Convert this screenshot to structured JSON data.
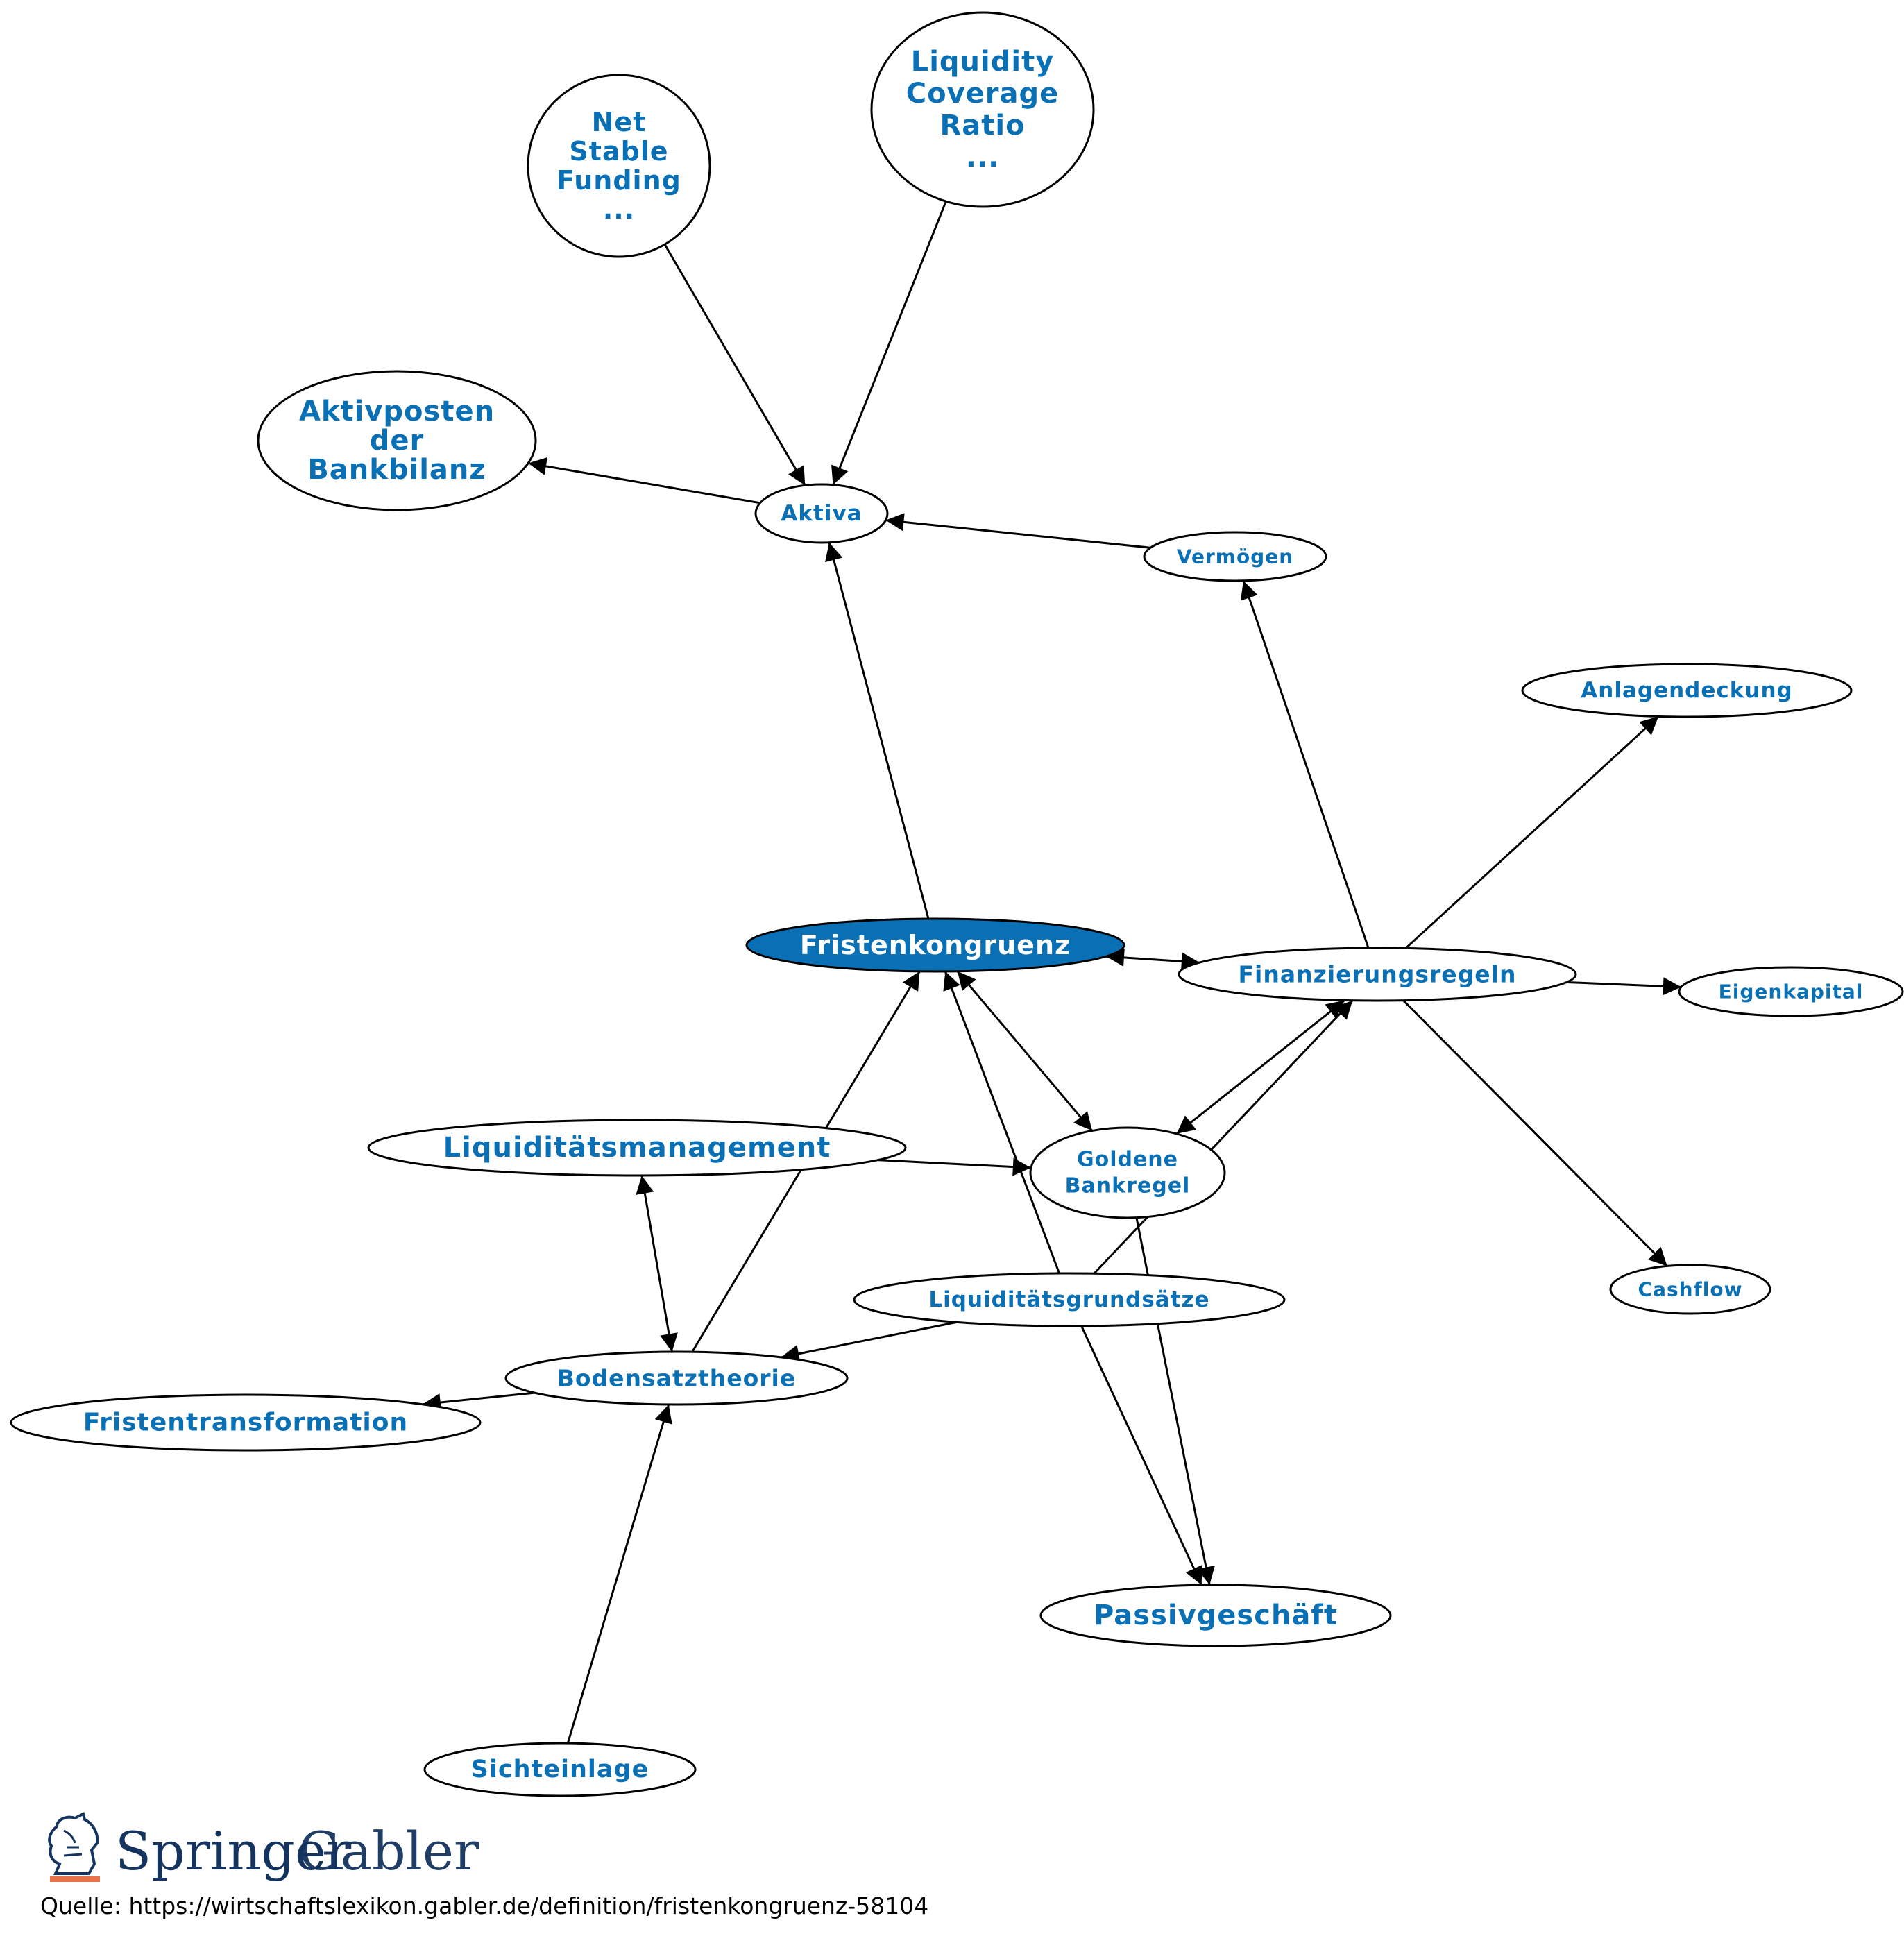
{
  "diagram": {
    "nodes": [
      {
        "id": "lcr",
        "lines": [
          "Liquidity",
          "Coverage",
          "Ratio",
          "..."
        ],
        "href": true
      },
      {
        "id": "nsf",
        "lines": [
          "Net",
          "Stable",
          "Funding",
          "..."
        ],
        "href": true
      },
      {
        "id": "aktivposten",
        "lines": [
          "Aktivposten",
          "der",
          "Bankbilanz"
        ],
        "href": true
      },
      {
        "id": "aktiva",
        "lines": [
          "Aktiva"
        ],
        "href": true
      },
      {
        "id": "vermoegen",
        "lines": [
          "Vermögen"
        ],
        "href": true
      },
      {
        "id": "anlagendeckung",
        "lines": [
          "Anlagendeckung"
        ],
        "href": true
      },
      {
        "id": "fristenkongruenz",
        "lines": [
          "Fristenkongruenz"
        ],
        "selected": true
      },
      {
        "id": "finanzierungsregeln",
        "lines": [
          "Finanzierungsregeln"
        ],
        "href": true
      },
      {
        "id": "eigenkapital",
        "lines": [
          "Eigenkapital"
        ],
        "href": true
      },
      {
        "id": "liquiditaetsmanagement",
        "lines": [
          "Liquiditätsmanagement"
        ],
        "href": true
      },
      {
        "id": "goldene",
        "lines": [
          "Goldene",
          "Bankregel"
        ],
        "href": true
      },
      {
        "id": "liquiditaetsgrundsaetze",
        "lines": [
          "Liquiditätsgrundsätze"
        ],
        "href": true
      },
      {
        "id": "cashflow",
        "lines": [
          "Cashflow"
        ],
        "href": true
      },
      {
        "id": "bodensatztheorie",
        "lines": [
          "Bodensatztheorie"
        ],
        "href": true
      },
      {
        "id": "fristentransformation",
        "lines": [
          "Fristentransformation"
        ],
        "href": true
      },
      {
        "id": "passivgeschaeft",
        "lines": [
          "Passivgeschäft"
        ],
        "href": true
      },
      {
        "id": "sichteinlage",
        "lines": [
          "Sichteinlage"
        ],
        "href": true
      }
    ],
    "edges": [
      {
        "from": "nsf",
        "to": "aktiva"
      },
      {
        "from": "lcr",
        "to": "aktiva"
      },
      {
        "from": "aktiva",
        "to": "aktivposten"
      },
      {
        "from": "vermoegen",
        "to": "aktiva"
      },
      {
        "from": "fristenkongruenz",
        "to": "aktiva"
      },
      {
        "from": "finanzierungsregeln",
        "to": "vermoegen"
      },
      {
        "from": "finanzierungsregeln",
        "to": "anlagendeckung"
      },
      {
        "from": "fristenkongruenz",
        "to": "finanzierungsregeln",
        "both": true
      },
      {
        "from": "finanzierungsregeln",
        "to": "eigenkapital"
      },
      {
        "from": "finanzierungsregeln",
        "to": "cashflow"
      },
      {
        "from": "fristenkongruenz",
        "to": "goldene",
        "both": true
      },
      {
        "from": "goldene",
        "to": "finanzierungsregeln",
        "both": true
      },
      {
        "from": "liquiditaetsmanagement",
        "to": "goldene"
      },
      {
        "from": "liquiditaetsmanagement",
        "to": "bodensatztheorie",
        "both": true
      },
      {
        "from": "bodensatztheorie",
        "to": "fristenkongruenz"
      },
      {
        "from": "liquiditaetsgrundsaetze",
        "to": "fristenkongruenz"
      },
      {
        "from": "liquiditaetsgrundsaetze",
        "to": "finanzierungsregeln"
      },
      {
        "from": "liquiditaetsgrundsaetze",
        "to": "bodensatztheorie"
      },
      {
        "from": "liquiditaetsgrundsaetze",
        "to": "passivgeschaeft"
      },
      {
        "from": "goldene",
        "to": "passivgeschaeft"
      },
      {
        "from": "bodensatztheorie",
        "to": "fristentransformation"
      },
      {
        "from": "sichteinlage",
        "to": "bodensatztheorie"
      }
    ]
  },
  "colors": {
    "link_text": "#0a70b5",
    "selected_fill": "#0a70b5",
    "selected_text": "#ffffff",
    "edge": "#000000",
    "logo_text": "#14335e",
    "logo_accent": "#e8714a"
  },
  "logo": {
    "icon": "springer-horse-icon",
    "brand": "Springer",
    "imprint": "Gabler"
  },
  "source": "Quelle: https://wirtschaftslexikon.gabler.de/definition/fristenkongruenz-58104"
}
